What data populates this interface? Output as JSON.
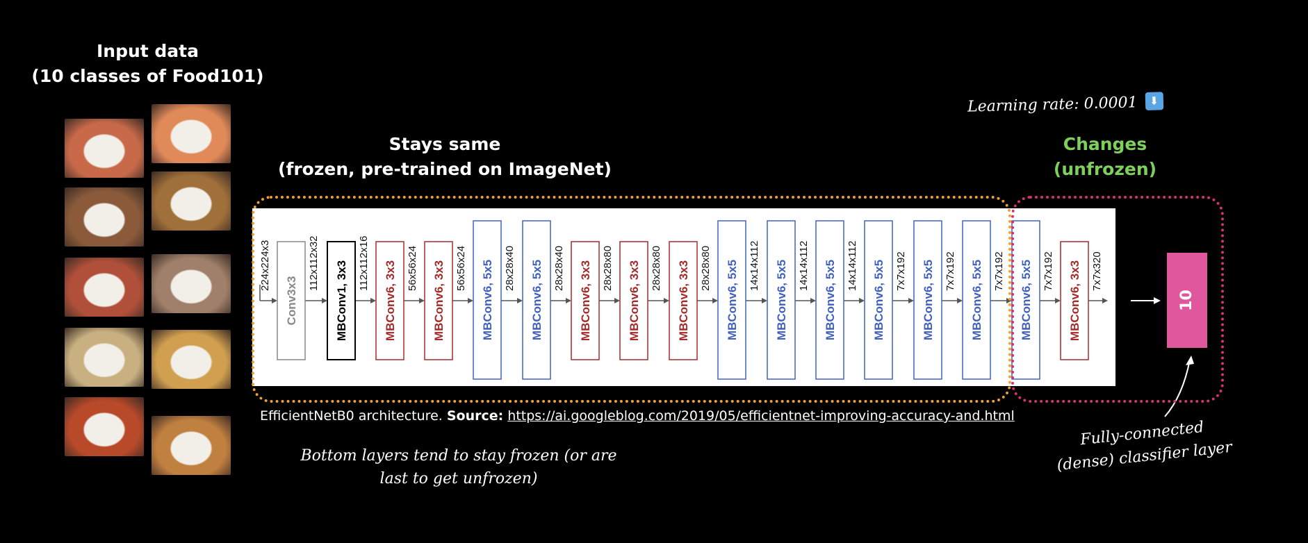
{
  "input": {
    "title_line1": "Input data",
    "title_line2": "(10 classes of Food101)",
    "images": [
      {
        "name": "sushi-image",
        "color": "#c86a4a"
      },
      {
        "name": "steak-image",
        "color": "#8a5a3a"
      },
      {
        "name": "pizza-image",
        "color": "#b0503a"
      },
      {
        "name": "fried-rice-image",
        "color": "#c8b080"
      },
      {
        "name": "chicken-wings-image",
        "color": "#b84a2a"
      },
      {
        "name": "salmon-image",
        "color": "#e08a5a"
      },
      {
        "name": "hamburger-image",
        "color": "#a0703a"
      },
      {
        "name": "ice-cream-image",
        "color": "#a0806a"
      },
      {
        "name": "ramen-image",
        "color": "#d0a050"
      },
      {
        "name": "curry-image",
        "color": "#c08040"
      }
    ]
  },
  "frozen": {
    "title_line1": "Stays same",
    "title_line2": "(frozen, pre-trained on ImageNet)",
    "color": "#f0a030"
  },
  "unfrozen": {
    "title_line1": "Changes",
    "title_line2": "(unfrozen)",
    "color": "#d0356f",
    "title_color": "#7ed05c"
  },
  "learning_rate": {
    "label": "Learning rate: 0.0001",
    "icon": "down-arrow-icon"
  },
  "architecture": {
    "layers": [
      {
        "label": "Conv3x3",
        "kind": "conv"
      },
      {
        "label": "MBConv1, 3x3",
        "kind": "mb1"
      },
      {
        "label": "MBConv6, 3x3",
        "kind": "mb3"
      },
      {
        "label": "MBConv6, 3x3",
        "kind": "mb3"
      },
      {
        "label": "MBConv6, 5x5",
        "kind": "mb5"
      },
      {
        "label": "MBConv6, 5x5",
        "kind": "mb5"
      },
      {
        "label": "MBConv6, 3x3",
        "kind": "mb3"
      },
      {
        "label": "MBConv6, 3x3",
        "kind": "mb3"
      },
      {
        "label": "MBConv6, 3x3",
        "kind": "mb3"
      },
      {
        "label": "MBConv6, 5x5",
        "kind": "mb5"
      },
      {
        "label": "MBConv6, 5x5",
        "kind": "mb5"
      },
      {
        "label": "MBConv6, 5x5",
        "kind": "mb5"
      },
      {
        "label": "MBConv6, 5x5",
        "kind": "mb5"
      },
      {
        "label": "MBConv6, 5x5",
        "kind": "mb5"
      },
      {
        "label": "MBConv6, 5x5",
        "kind": "mb5"
      },
      {
        "label": "MBConv6, 5x5",
        "kind": "mb5"
      },
      {
        "label": "MBConv6, 3x3",
        "kind": "mb3"
      }
    ],
    "dims": [
      "224x224x3",
      "112x112x32",
      "112x112x16",
      "56x56x24",
      "56x56x24",
      "28x28x40",
      "28x28x40",
      "28x28x80",
      "28x28x80",
      "28x28x80",
      "14x14x112",
      "14x14x112",
      "14x14x112",
      "7x7x192",
      "7x7x192",
      "7x7x192",
      "7x7x192",
      "7x7x320"
    ],
    "colors": {
      "conv": "#888888",
      "mb1": "#000000",
      "mb3": "#a52a2a",
      "mb5": "#4060c0"
    }
  },
  "classifier": {
    "label": "10",
    "color": "#e0579e",
    "note_line1": "Fully-connected",
    "note_line2": "(dense) classifier layer"
  },
  "caption": {
    "prefix": "EfficientNetB0 architecture. ",
    "source_label": "Source:",
    "url": "https://ai.googleblog.com/2019/05/efficientnet-improving-accuracy-and.html"
  },
  "note_bottom": {
    "line1": "Bottom layers tend to stay frozen (or are",
    "line2": "last to get unfrozen)"
  }
}
